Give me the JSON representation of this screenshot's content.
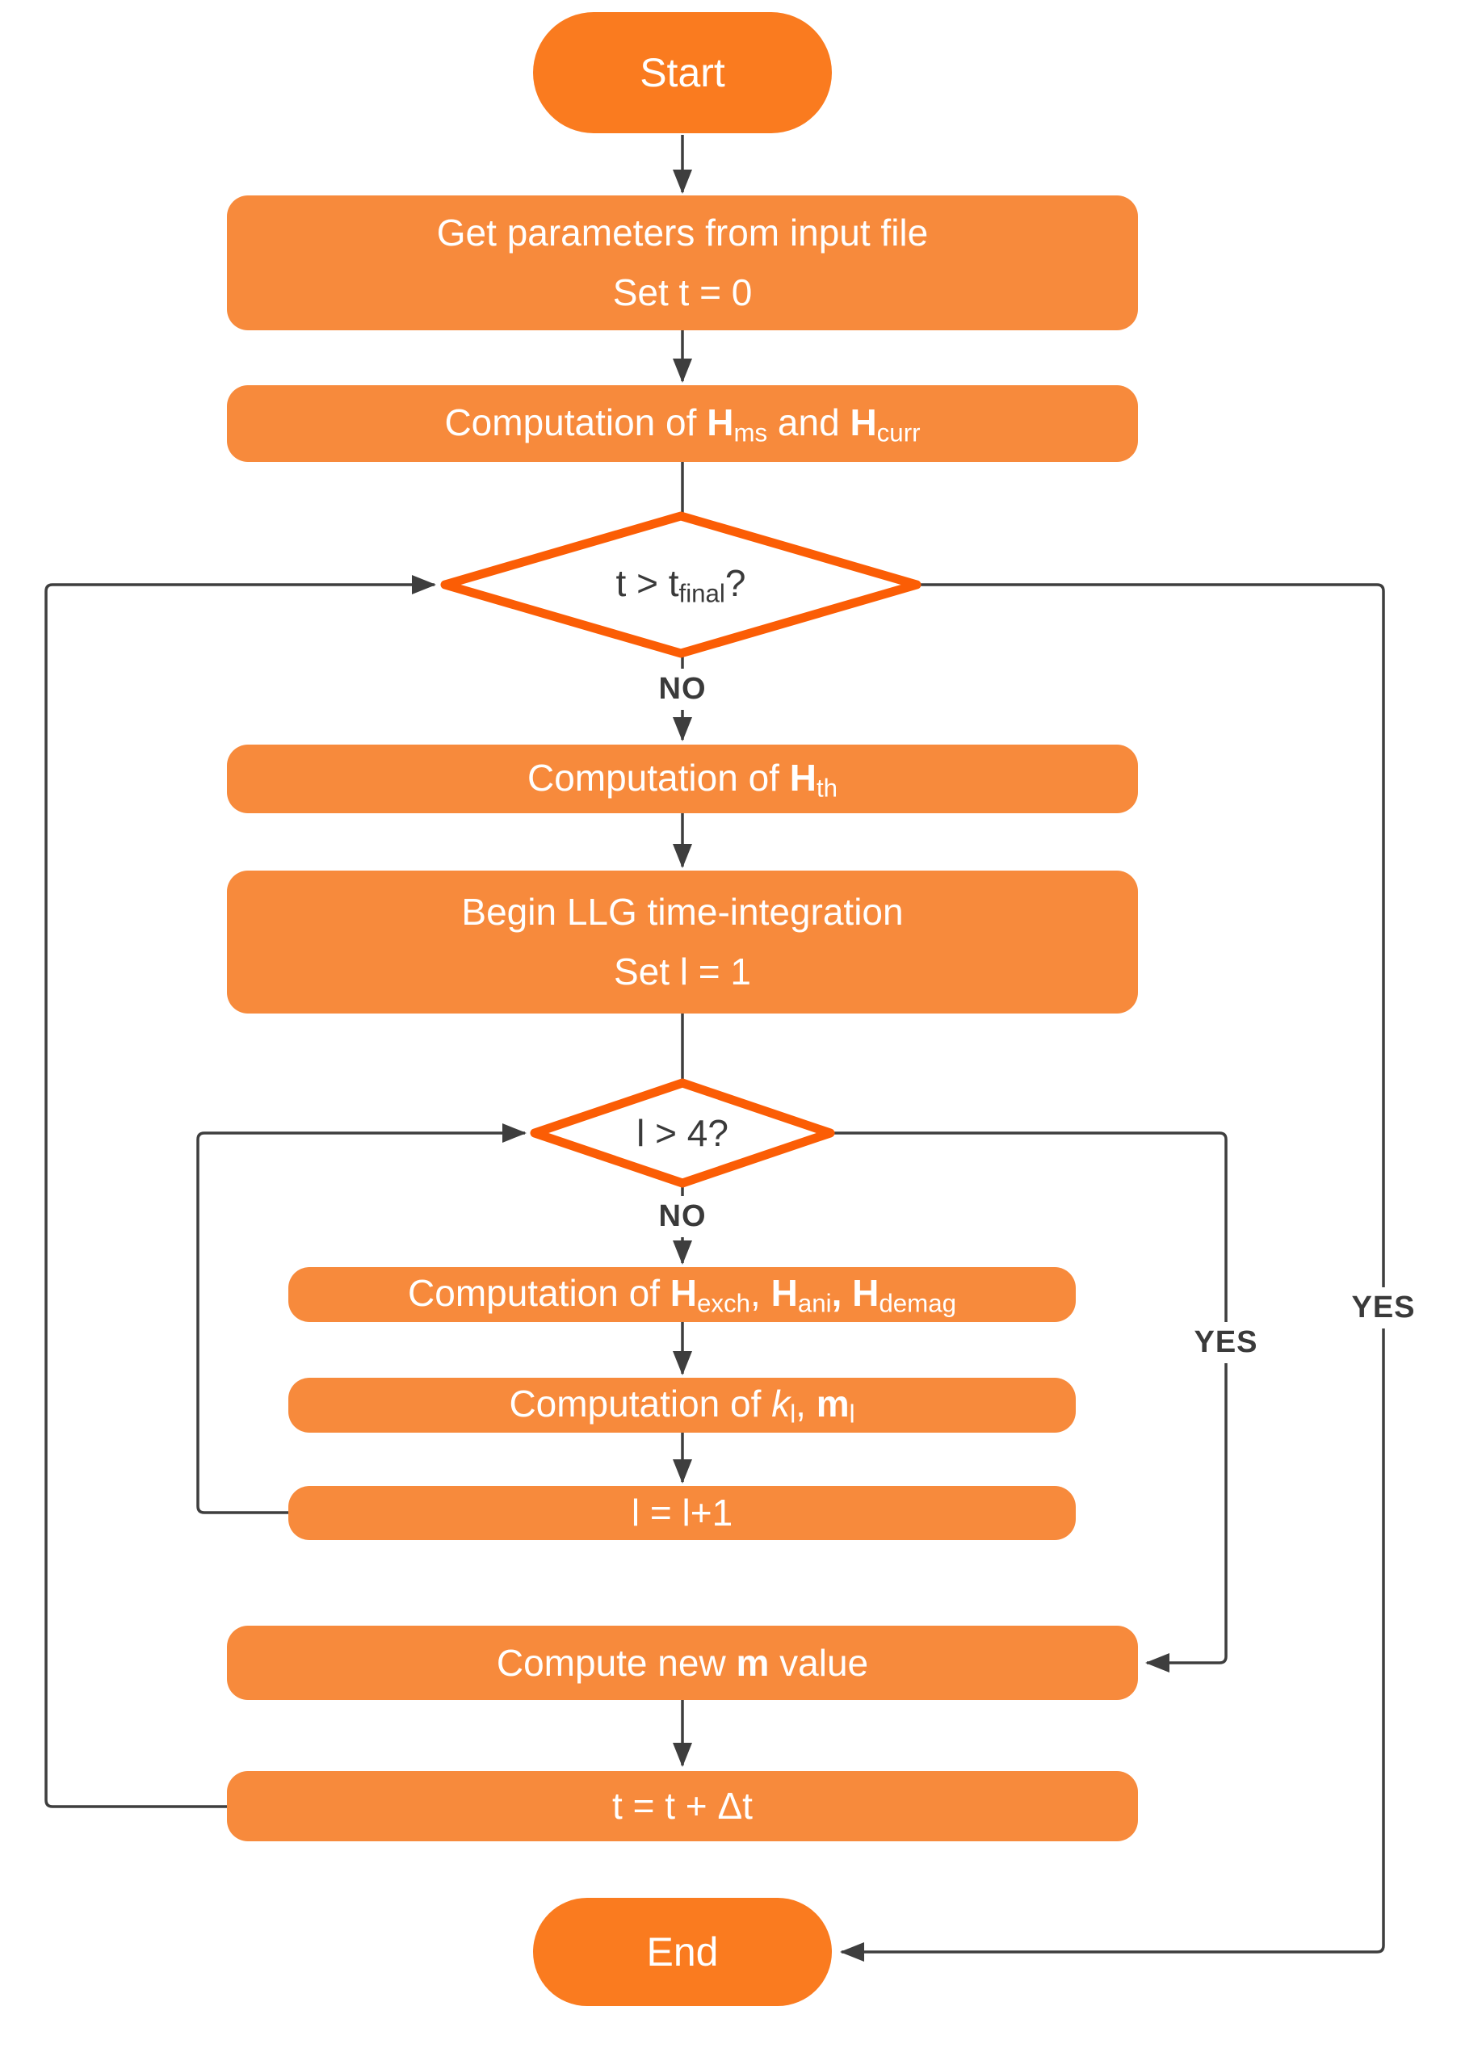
{
  "palette": {
    "process_fill": "#F78A3C",
    "terminal_fill": "#FA7B1F",
    "decision_border": "#FB5D05",
    "decision_fill": "#FFFFFF",
    "connector": "#3E3E3E",
    "label_color": "#3A3A3A",
    "node_text": "#FFFFFF"
  },
  "nodes": {
    "start": {
      "type": "terminal",
      "parts": [
        {
          "t": "Start"
        }
      ]
    },
    "get_params": {
      "type": "process",
      "parts": [
        {
          "t": "Get parameters from input file"
        },
        {
          "br": 1
        },
        {
          "t": "Set t = 0"
        }
      ]
    },
    "comp_hms": {
      "type": "process",
      "parts": [
        {
          "t": "Computation of "
        },
        {
          "t": "H",
          "b": 1
        },
        {
          "t": "ms",
          "sub": 1
        },
        {
          "t": " and "
        },
        {
          "t": "H",
          "b": 1
        },
        {
          "t": "curr",
          "sub": 1
        }
      ]
    },
    "dec_tfinal": {
      "type": "decision",
      "parts": [
        {
          "t": "t > t"
        },
        {
          "t": "final",
          "sub": 1
        },
        {
          "t": "?"
        }
      ]
    },
    "comp_hth": {
      "type": "process",
      "parts": [
        {
          "t": "Computation of "
        },
        {
          "t": "H",
          "b": 1
        },
        {
          "t": "th",
          "sub": 1
        }
      ]
    },
    "begin_llg": {
      "type": "process",
      "parts": [
        {
          "t": "Begin LLG time-integration"
        },
        {
          "br": 1
        },
        {
          "t": "Set l = 1"
        }
      ]
    },
    "dec_l4": {
      "type": "decision",
      "parts": [
        {
          "t": "l > 4?"
        }
      ]
    },
    "comp_hexch": {
      "type": "process",
      "parts": [
        {
          "t": "Computation of "
        },
        {
          "t": "H",
          "b": 1
        },
        {
          "t": "exch",
          "sub": 1
        },
        {
          "t": ", "
        },
        {
          "t": "H",
          "b": 1
        },
        {
          "t": "ani",
          "sub": 1
        },
        {
          "t": ", ",
          "b": 1
        },
        {
          "t": "H",
          "b": 1
        },
        {
          "t": "demag",
          "sub": 1
        }
      ]
    },
    "comp_kl": {
      "type": "process",
      "parts": [
        {
          "t": "Computation of "
        },
        {
          "t": "k",
          "i": 1
        },
        {
          "t": "l",
          "sub": 1
        },
        {
          "t": ", "
        },
        {
          "t": "m",
          "b": 1
        },
        {
          "t": "l",
          "sub": 1
        }
      ]
    },
    "incr_l": {
      "type": "process",
      "parts": [
        {
          "t": "l = l+1"
        }
      ]
    },
    "comp_new_m": {
      "type": "process",
      "parts": [
        {
          "t": "Compute new "
        },
        {
          "t": "m",
          "b": 1
        },
        {
          "t": " value"
        }
      ]
    },
    "incr_t": {
      "type": "process",
      "parts": [
        {
          "t": "t = t + Δt"
        }
      ]
    },
    "end": {
      "type": "terminal",
      "parts": [
        {
          "t": "End"
        }
      ]
    }
  },
  "labels": {
    "no_1": "NO",
    "no_2": "NO",
    "yes_inner": "YES",
    "yes_outer": "YES"
  }
}
